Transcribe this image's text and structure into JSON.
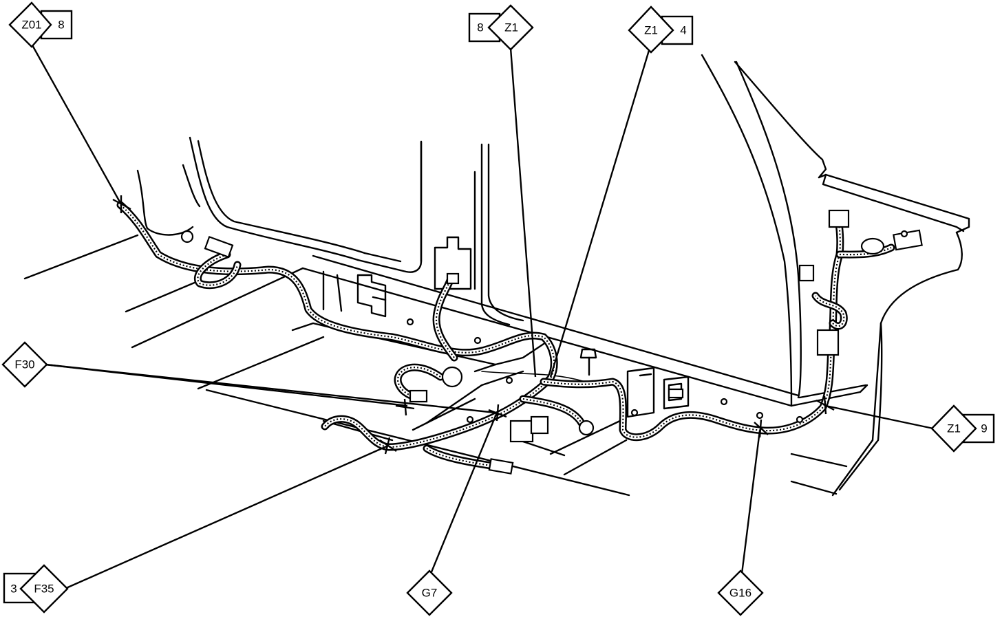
{
  "callouts": {
    "z01_8": {
      "diamond": "Z01",
      "box": "8"
    },
    "8_z1": {
      "box": "8",
      "diamond": "Z1"
    },
    "z1_4": {
      "diamond": "Z1",
      "box": "4"
    },
    "f30": {
      "diamond": "F30"
    },
    "z1_9": {
      "diamond": "Z1",
      "box": "9"
    },
    "3_f35": {
      "box": "3",
      "diamond": "F35"
    },
    "g7": {
      "diamond": "G7"
    },
    "g16": {
      "diamond": "G16"
    }
  }
}
